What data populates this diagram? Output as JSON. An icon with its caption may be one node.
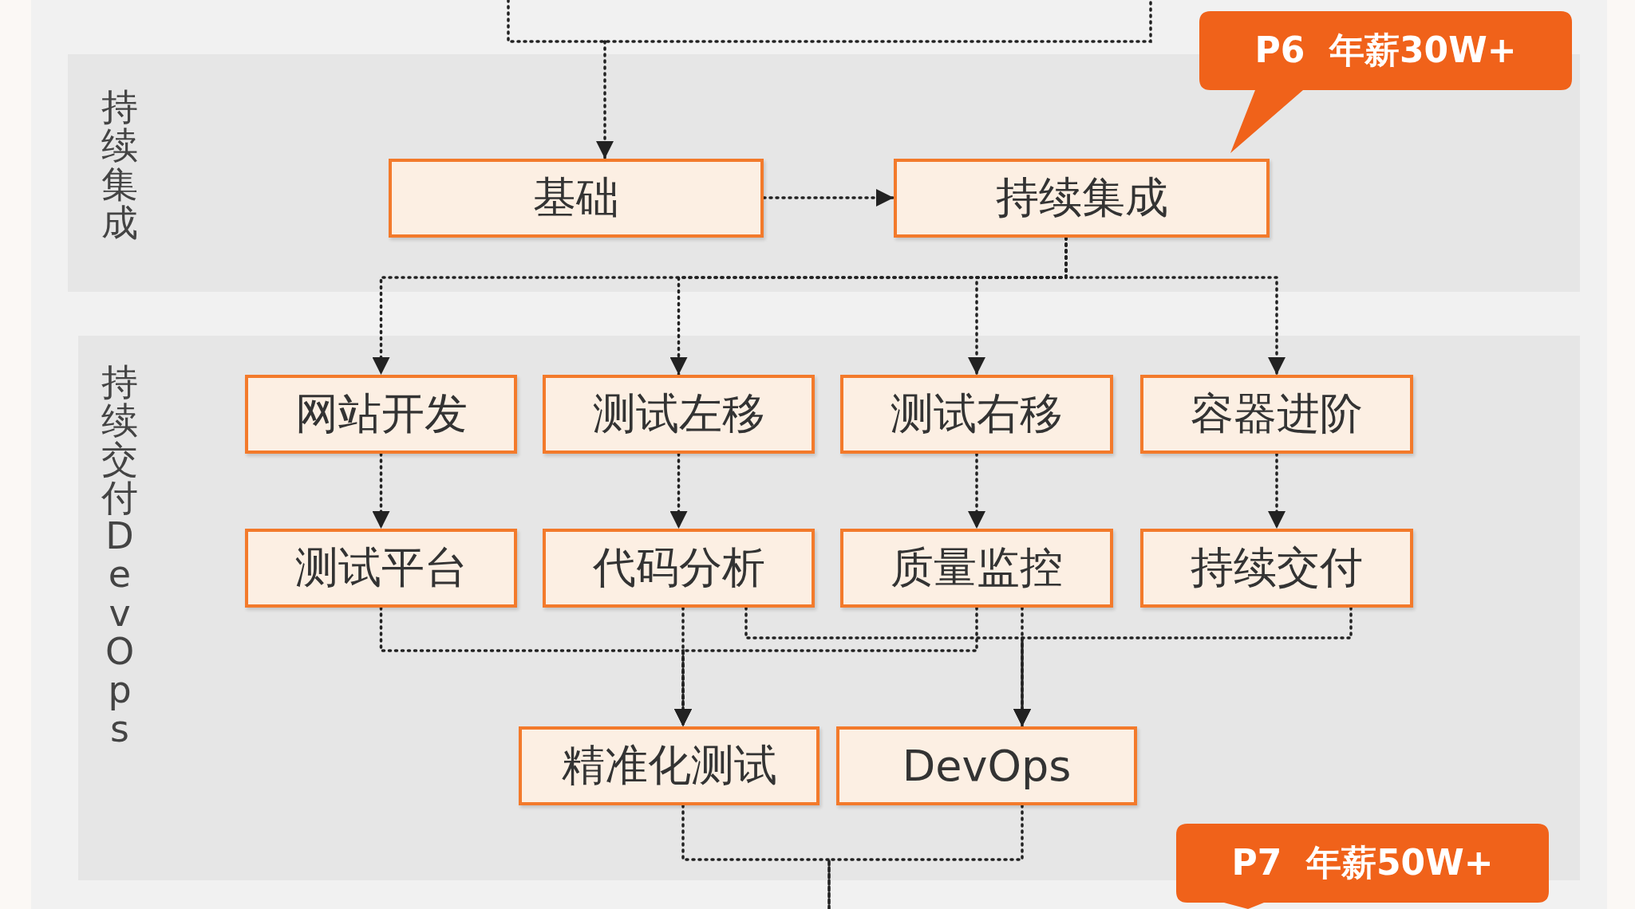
{
  "diagram": {
    "nodes": [
      {
        "text": [
          "持续集成"
        ]
      },
      {
        "text": [
          "基础"
        ],
        "in": 0
      },
      {
        "text": [
          "持续集成"
        ],
        "in": 0
      },
      {
        "text": [
          "持续交付DevOps"
        ]
      },
      {
        "text": [
          "网站开发"
        ],
        "in": 3
      },
      {
        "text": [
          "测试左移"
        ],
        "in": 3
      },
      {
        "text": [
          "测试右移"
        ],
        "in": 3
      },
      {
        "text": [
          "容器进阶"
        ],
        "in": 3
      },
      {
        "text": [
          "测试平台"
        ],
        "in": 3
      },
      {
        "text": [
          "代码分析"
        ],
        "in": 3
      },
      {
        "text": [
          "质量监控"
        ],
        "in": 3
      },
      {
        "text": [
          "持续交付"
        ],
        "in": 3
      },
      {
        "text": [
          "精准化测试"
        ],
        "in": 3
      },
      {
        "text": [
          "DevOps"
        ],
        "in": 3
      },
      {
        "text": [
          "P6  年薪30W+"
        ]
      },
      {
        "text": [
          "P7  年薪50W+"
        ]
      }
    ],
    "edges": [
      {
        "from": null,
        "to": 1,
        "arrow": "to",
        "style": "dashed"
      },
      {
        "from": 1,
        "to": 2,
        "arrow": "to",
        "style": "dashed"
      },
      {
        "from": 2,
        "to": 4,
        "arrow": "to",
        "style": "dashed"
      },
      {
        "from": 2,
        "to": 5,
        "arrow": "to",
        "style": "dashed"
      },
      {
        "from": 2,
        "to": 6,
        "arrow": "to",
        "style": "dashed"
      },
      {
        "from": 2,
        "to": 7,
        "arrow": "to",
        "style": "dashed"
      },
      {
        "from": 4,
        "to": 8,
        "arrow": "to",
        "style": "dashed"
      },
      {
        "from": 5,
        "to": 9,
        "arrow": "to",
        "style": "dashed"
      },
      {
        "from": 6,
        "to": 10,
        "arrow": "to",
        "style": "dashed"
      },
      {
        "from": 7,
        "to": 11,
        "arrow": "to",
        "style": "dashed"
      },
      {
        "from": 8,
        "to": 12,
        "arrow": "to",
        "style": "dashed"
      },
      {
        "from": 9,
        "to": 12,
        "arrow": "to",
        "style": "dashed"
      },
      {
        "from": 10,
        "to": 12,
        "arrow": "to",
        "style": "dashed"
      },
      {
        "from": 9,
        "to": 13,
        "arrow": "to",
        "style": "dashed"
      },
      {
        "from": 10,
        "to": 13,
        "arrow": "to",
        "style": "dashed"
      },
      {
        "from": 11,
        "to": 13,
        "arrow": "to",
        "style": "dashed"
      },
      {
        "from": 12,
        "to": null,
        "arrow": "none",
        "style": "dashed"
      },
      {
        "from": 13,
        "to": null,
        "arrow": "none",
        "style": "dashed"
      }
    ]
  }
}
